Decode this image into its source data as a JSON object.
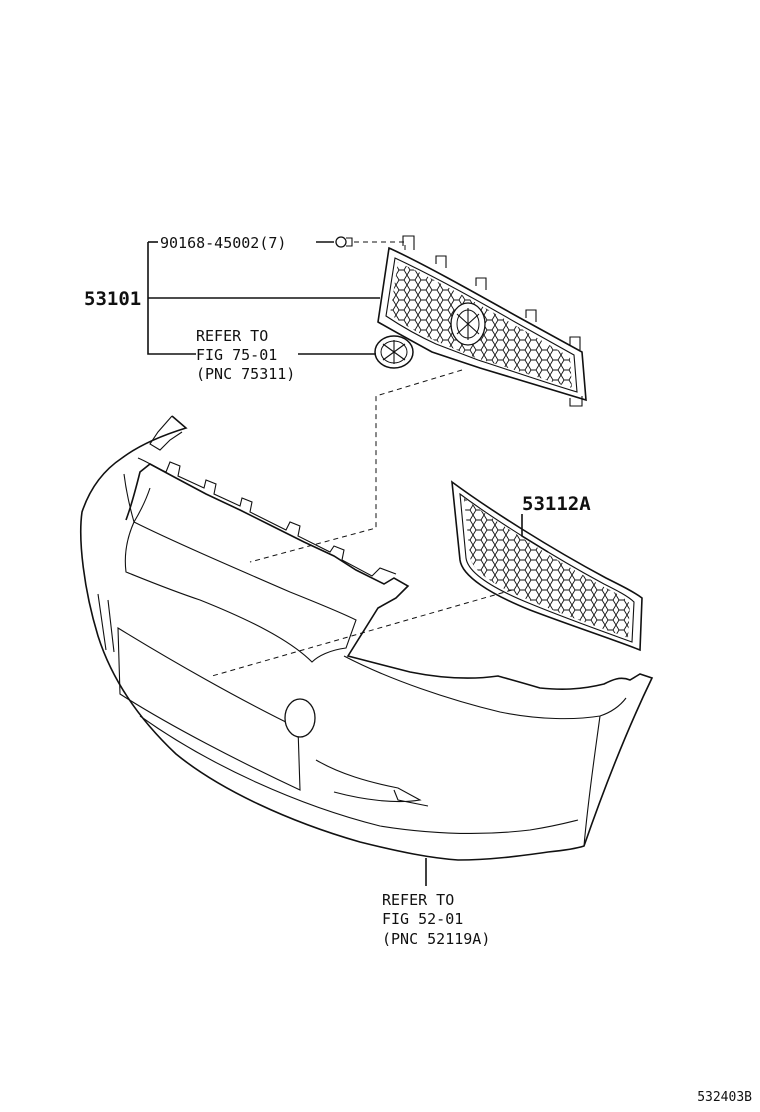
{
  "clip_callout": {
    "part_number": "90168-45002(7)"
  },
  "grille_callout": {
    "part_number": "53101"
  },
  "emblem_callout": {
    "line1": "REFER TO",
    "line2": "FIG 75-01",
    "line3": "(PNC 75311)"
  },
  "lower_grille_callout": {
    "part_number": "53112A"
  },
  "bumper_callout": {
    "line1": "REFER TO",
    "line2": "FIG 52-01",
    "line3": "(PNC 52119A)"
  },
  "diagram_id": "532403B"
}
